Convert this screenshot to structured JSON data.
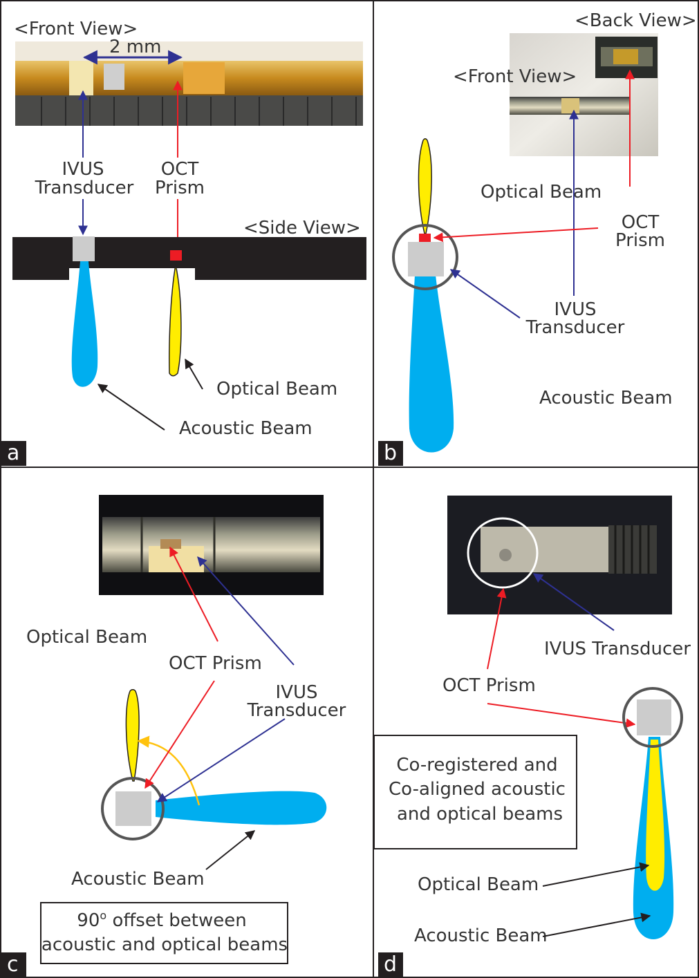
{
  "panels": {
    "a": {
      "letter": "a",
      "front_view": "<Front View>",
      "scale": "2 mm",
      "ivus_line1": "IVUS",
      "ivus_line2": "Transducer",
      "oct_line1": "OCT",
      "oct_line2": "Prism",
      "side_view": "<Side View>",
      "optical_beam": "Optical Beam",
      "acoustic_beam": "Acoustic Beam"
    },
    "b": {
      "letter": "b",
      "back_view": "<Back View>",
      "front_view": "<Front View>",
      "optical_beam": "Optical Beam",
      "oct_line1": "OCT",
      "oct_line2": "Prism",
      "ivus_line1": "IVUS",
      "ivus_line2": "Transducer",
      "acoustic_beam": "Acoustic Beam"
    },
    "c": {
      "letter": "c",
      "optical_beam": "Optical Beam",
      "oct_prism": "OCT Prism",
      "ivus_line1": "IVUS",
      "ivus_line2": "Transducer",
      "acoustic_beam": "Acoustic Beam",
      "offset_prefix": "90",
      "offset_sup": "o",
      "offset_suffix": " offset between",
      "offset_line2": "acoustic and optical beams"
    },
    "d": {
      "letter": "d",
      "ivus_transducer": "IVUS Transducer",
      "oct_prism": "OCT Prism",
      "coreg_line1": "Co-registered and",
      "coreg_line2": "Co-aligned acoustic",
      "coreg_line3": "and optical beams",
      "optical_beam": "Optical Beam",
      "acoustic_beam": "Acoustic Beam"
    }
  },
  "colors": {
    "acoustic": "#00aeef",
    "optical": "#ffed00",
    "ivus_arrow": "#2e3192",
    "oct_arrow": "#ed1c24",
    "black_arrow": "#231f20",
    "transducer": "#cccccc"
  }
}
